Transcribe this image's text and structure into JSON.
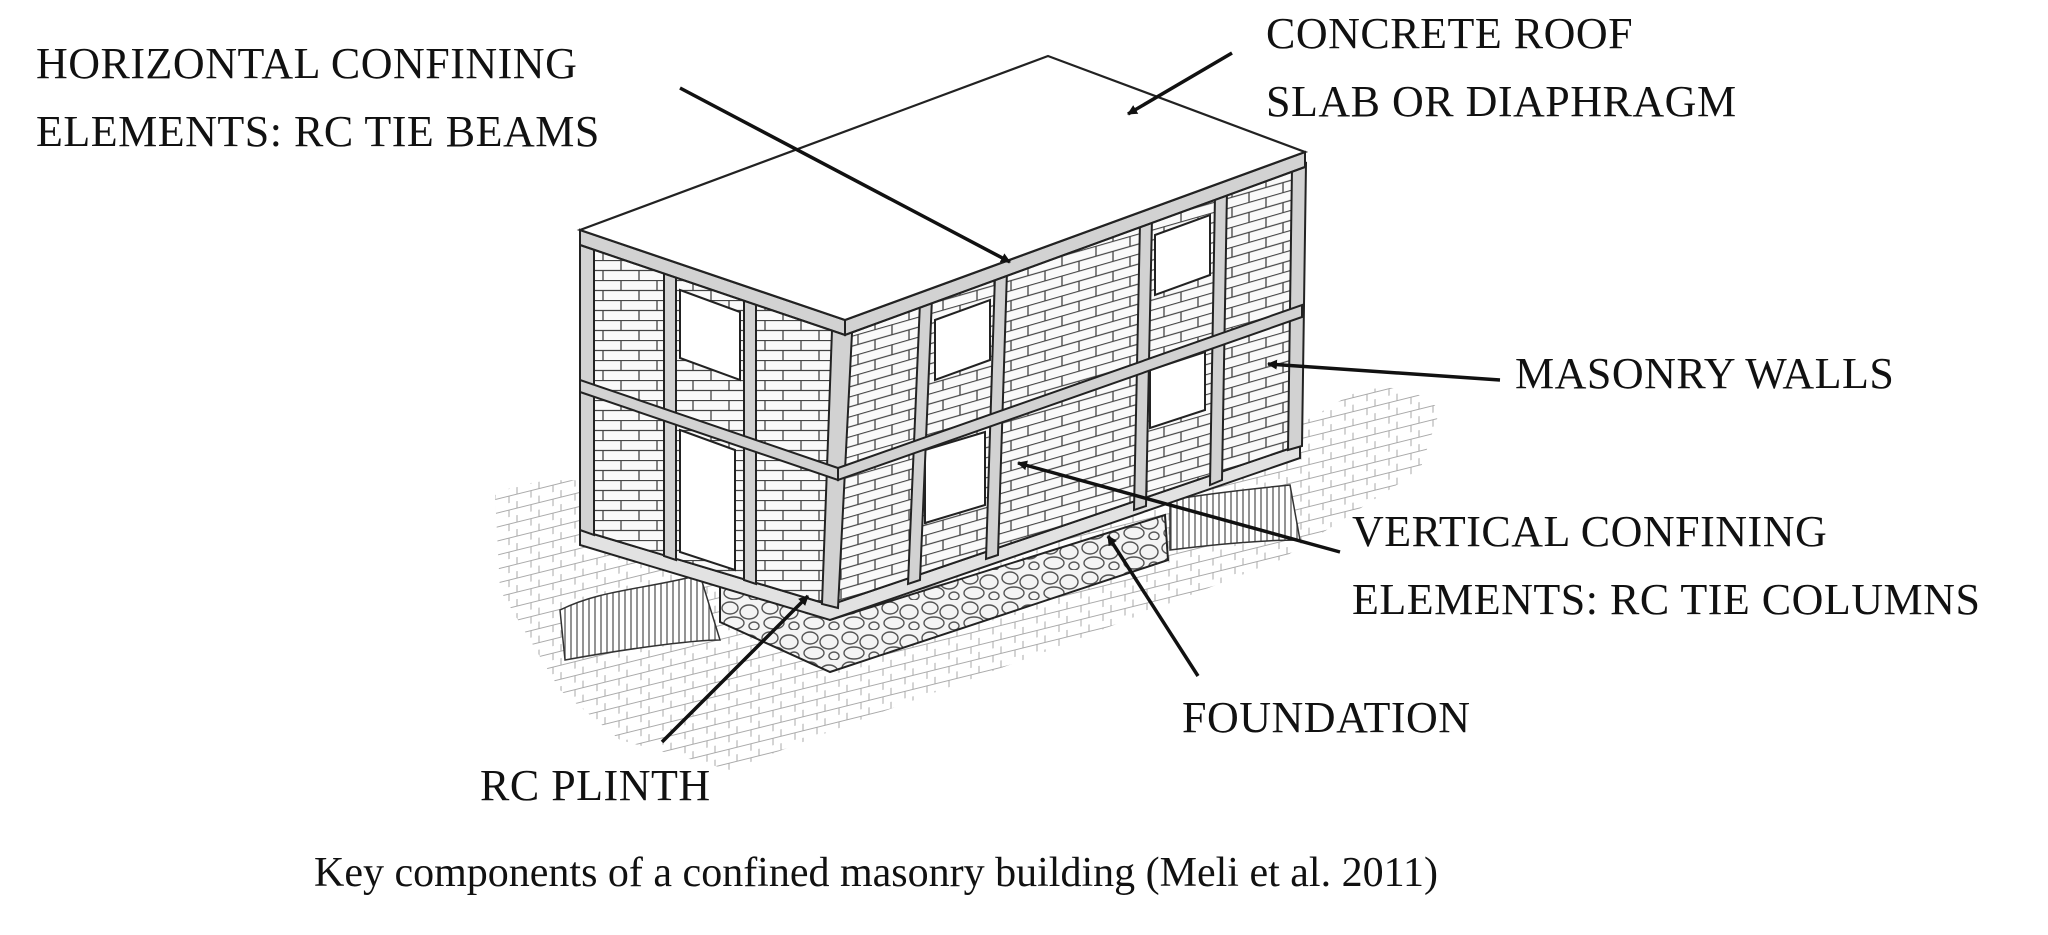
{
  "labels": {
    "horizontal": [
      "HORIZONTAL  CONFINING",
      "ELEMENTS: RC TIE BEAMS"
    ],
    "roof": [
      "CONCRETE ROOF",
      "SLAB OR DIAPHRAGM"
    ],
    "masonry": [
      "MASONRY WALLS"
    ],
    "vertical": [
      "VERTICAL CONFINING",
      "ELEMENTS: RC TIE COLUMNS"
    ],
    "foundation": [
      "FOUNDATION"
    ],
    "plinth": [
      "RC PLINTH"
    ]
  },
  "caption": "Key components of a confined masonry building (Meli et al. 2011)"
}
